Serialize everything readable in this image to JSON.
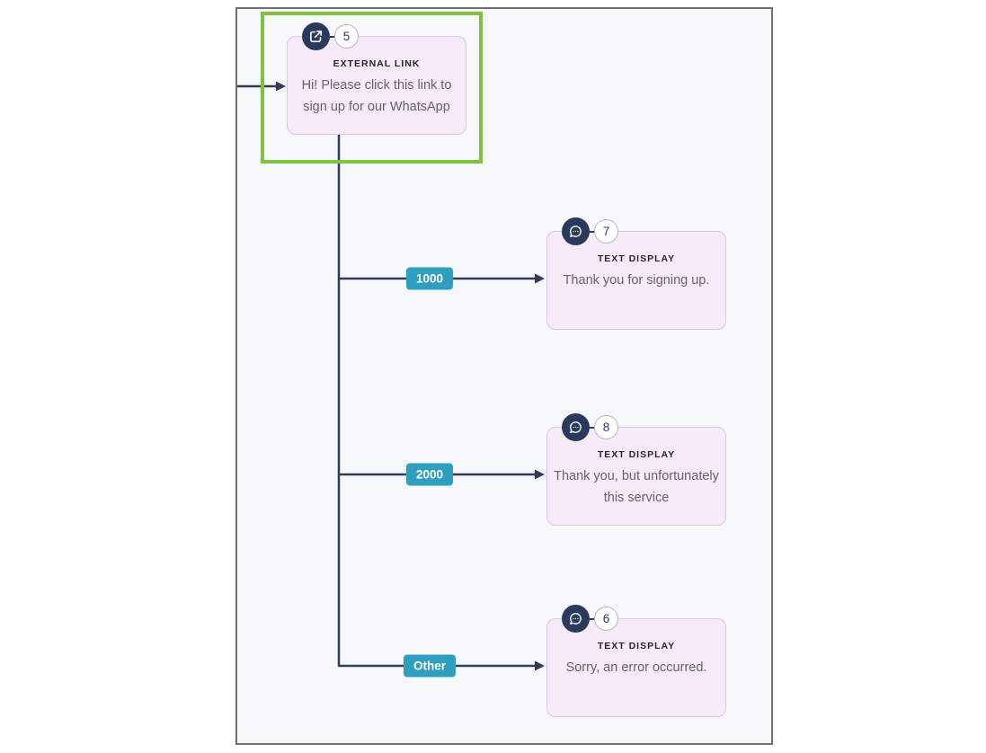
{
  "canvas": {
    "background": "#f7f8fa",
    "border_color": "#707070"
  },
  "colors": {
    "connector_line": "#2e3d5e",
    "node_fill": "#f7eaf9",
    "node_border": "#dcc7e3",
    "icon_circle_bg": "#2a3a5c",
    "branch_label_bg": "#2f9fc0",
    "highlight_green": "#7fc241",
    "title_text": "#23233b",
    "body_text": "#63636e"
  },
  "nodes": [
    {
      "number": "5",
      "type_label": "EXTERNAL LINK",
      "icon": "external-link-icon",
      "body": "Hi! Please click this link to sign up for our WhatsApp",
      "highlighted": true
    },
    {
      "number": "7",
      "type_label": "TEXT DISPLAY",
      "icon": "chat-bubble-icon",
      "body": "Thank you for signing up."
    },
    {
      "number": "8",
      "type_label": "TEXT DISPLAY",
      "icon": "chat-bubble-icon",
      "body": "Thank you, but unfortunately this service"
    },
    {
      "number": "6",
      "type_label": "TEXT DISPLAY",
      "icon": "chat-bubble-icon",
      "body": "Sorry, an error occurred."
    }
  ],
  "branches": [
    {
      "label": "1000"
    },
    {
      "label": "2000"
    },
    {
      "label": "Other"
    }
  ]
}
